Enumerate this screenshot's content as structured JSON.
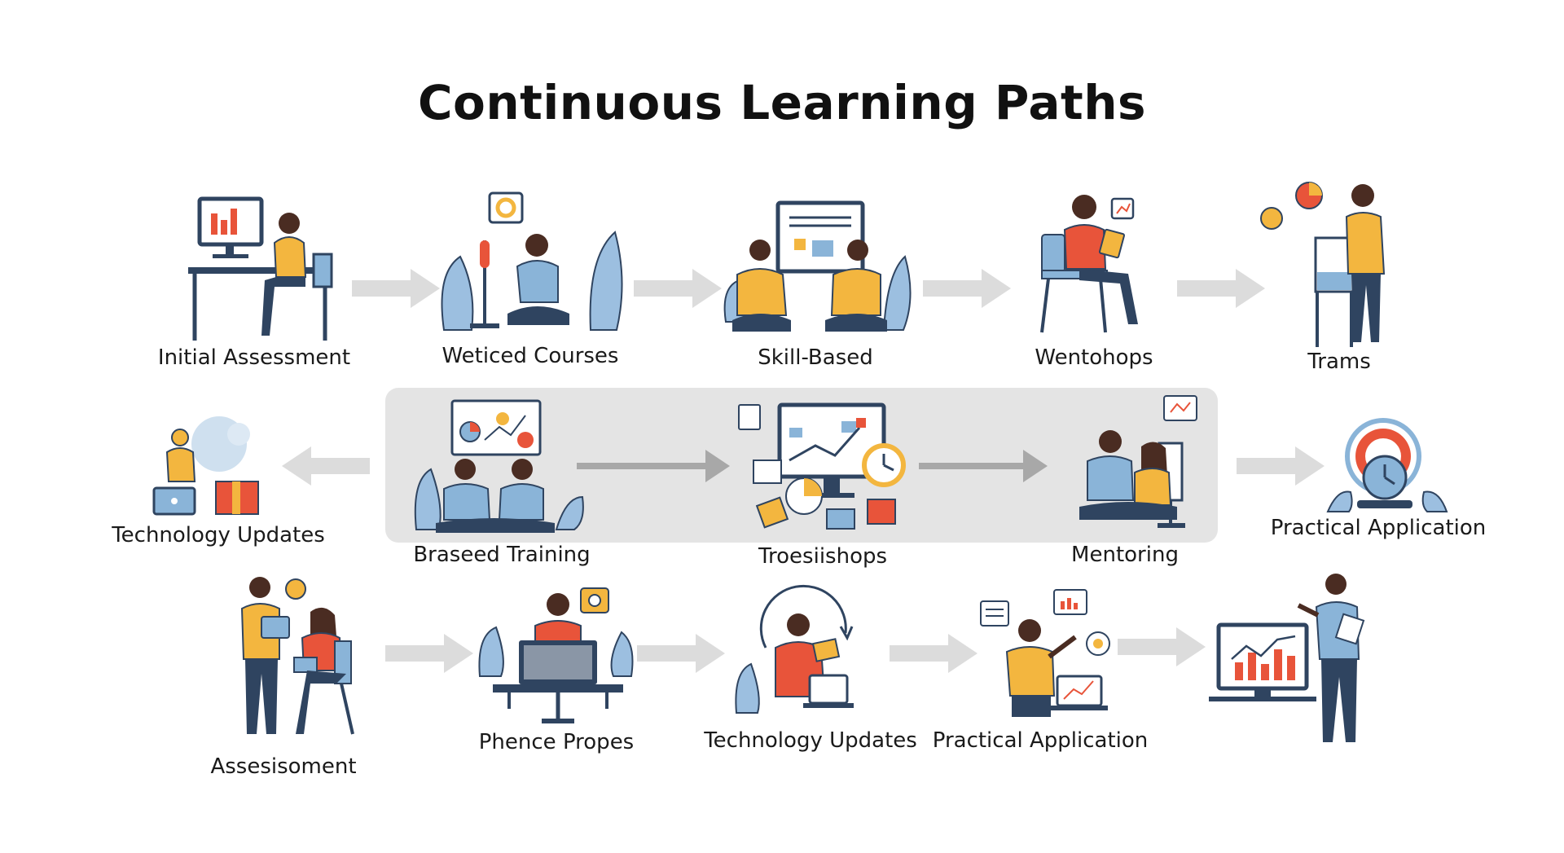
{
  "title": "Continuous Learning Paths",
  "colors": {
    "skin": "#4a2c22",
    "yellow": "#f3b63f",
    "blue_shirt": "#8ab4d8",
    "red": "#e8543a",
    "navy": "#2f4460",
    "plant": "#9cbfe0",
    "arrow_light": "#d9d9d9",
    "arrow_dark": "#a8a8a8",
    "panel": "#e4e4e4"
  },
  "nodes": [
    {
      "label": "Initial Assessment",
      "icon": "desk-computer-icon"
    },
    {
      "label": "Weticed Courses",
      "icon": "easel-lesson-icon"
    },
    {
      "label": "Skill-Based",
      "icon": "team-screen-icon"
    },
    {
      "label": "Wentohops",
      "icon": "tablet-chair-icon"
    },
    {
      "label": "Trams",
      "icon": "presenter-board-icon"
    },
    {
      "label": "Technology Updates",
      "icon": "laptop-gift-icon"
    },
    {
      "label": "Braseed Training",
      "icon": "pair-chart-icon"
    },
    {
      "label": "Troesiishops",
      "icon": "dashboard-monitor-icon"
    },
    {
      "label": "Mentoring",
      "icon": "mentor-pair-icon"
    },
    {
      "label": "Practical Application",
      "icon": "target-clock-icon"
    },
    {
      "label": "Assesisoment",
      "icon": "standing-tablet-icon"
    },
    {
      "label": "Phence Propes",
      "icon": "workstation-icon"
    },
    {
      "label": "Technology Updates",
      "icon": "cycle-laptop-icon"
    },
    {
      "label": "Practical Application",
      "icon": "analyst-laptop-icon"
    },
    {
      "label": "",
      "icon": "growth-chart-icon"
    }
  ]
}
